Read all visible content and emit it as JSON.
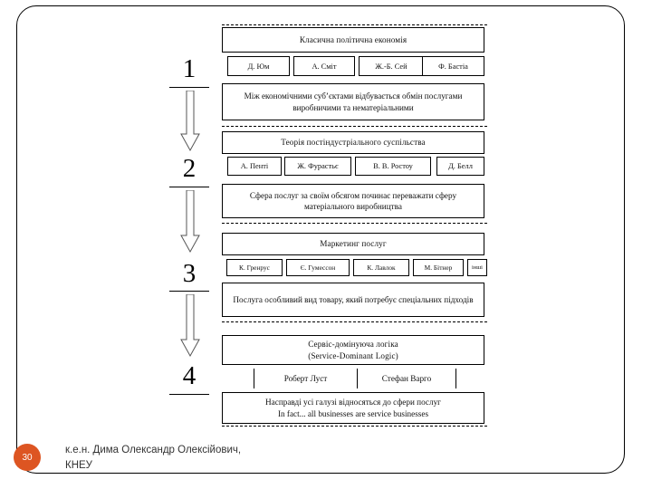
{
  "slide": {
    "number_badge": "30",
    "footer_author": "к.е.н. Дима Олександр Олексійович,\nКНЕУ"
  },
  "stages": [
    {
      "step": "1",
      "title": "Класична політична економія",
      "names": [
        "Д. Юм",
        "А. Сміт",
        "Ж.-Б. Сей",
        "Ф. Бастіа"
      ],
      "statement": "Між економічними суб’єктами відбувається обмін послугами виробничими та нематеріальними"
    },
    {
      "step": "2",
      "title": "Теорія постіндустріального суспільства",
      "names": [
        "А. Пенті",
        "Ж. Фурастьє",
        "В. В. Ростоу",
        "Д. Белл"
      ],
      "statement": "Сфера послуг за своїм обсягом починає переважати сферу матеріального виробництва"
    },
    {
      "step": "3",
      "title": "Маркетинг послуг",
      "names": [
        "К. Гренрус",
        "Є. Гумессон",
        "К. Лавлок",
        "М. Бітнер",
        "інші"
      ],
      "statement": "Послуга   особливий вид товару, який потребує спеціальних підходів"
    },
    {
      "step": "4",
      "title": "Сервіс-домінуюча логіка\n(Service-Dominant Logic)",
      "names": [
        "Роберт Луст",
        "Стефан Варго"
      ],
      "statement": "Насправді усі галузі відносяться до сфери послуг\nIn fact... all businesses are service businesses"
    }
  ],
  "arrow_icons": [
    "down-arrow-1",
    "down-arrow-2",
    "down-arrow-3"
  ]
}
